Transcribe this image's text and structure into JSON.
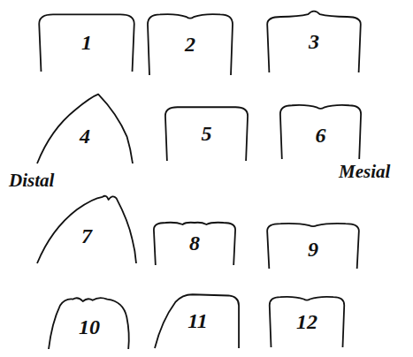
{
  "diagram": {
    "nodes": [
      {
        "text": [
          "1"
        ]
      },
      {
        "text": [
          "2"
        ]
      },
      {
        "text": [
          "3"
        ]
      },
      {
        "text": [
          "4"
        ]
      },
      {
        "text": [
          "5"
        ]
      },
      {
        "text": [
          "6"
        ]
      },
      {
        "text": [
          "7"
        ]
      },
      {
        "text": [
          "8"
        ]
      },
      {
        "text": [
          "9"
        ]
      },
      {
        "text": [
          "10"
        ]
      },
      {
        "text": [
          "11"
        ]
      },
      {
        "text": [
          "12"
        ]
      }
    ],
    "labels": [
      "Distal",
      "Mesial"
    ]
  }
}
